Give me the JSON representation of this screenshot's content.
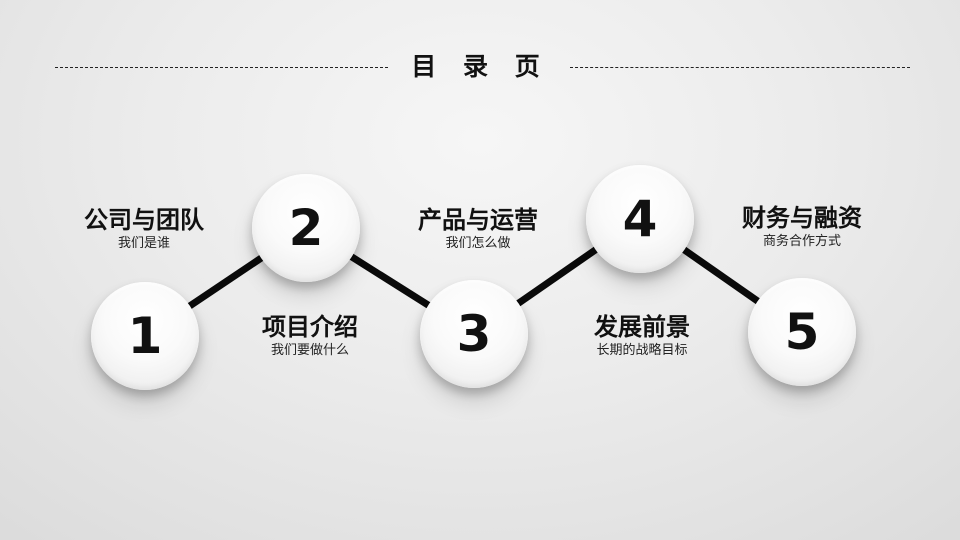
{
  "page": {
    "title": "目 录 页"
  },
  "colors": {
    "text": "#111111",
    "connector": "#0a0a0a",
    "background": "#e8e8e8"
  },
  "items": [
    {
      "number": "1",
      "heading": "公司与团队",
      "subtitle": "我们是谁"
    },
    {
      "number": "2",
      "heading": "项目介绍",
      "subtitle": "我们要做什么"
    },
    {
      "number": "3",
      "heading": "产品与运营",
      "subtitle": "我们怎么做"
    },
    {
      "number": "4",
      "heading": "发展前景",
      "subtitle": "长期的战略目标"
    },
    {
      "number": "5",
      "heading": "财务与融资",
      "subtitle": "商务合作方式"
    }
  ]
}
